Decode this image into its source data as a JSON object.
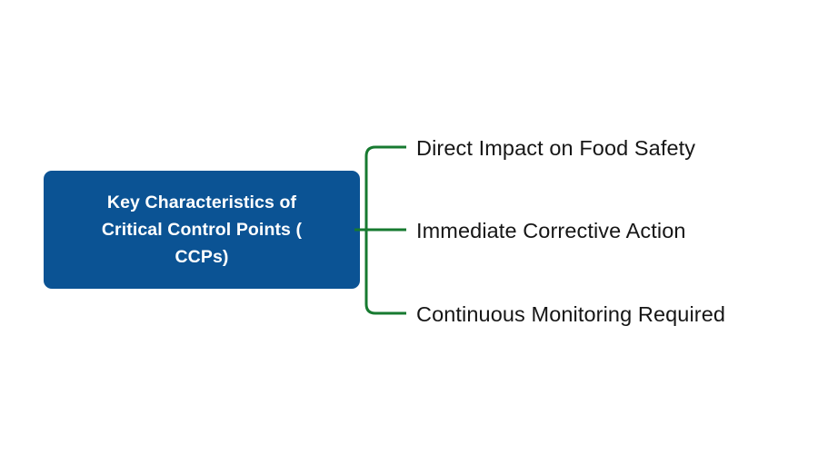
{
  "diagram": {
    "type": "mind-map",
    "background_color": "#FFFFFF",
    "root": {
      "label": "Key Characteristics of\nCritical Control Points (\nCCPs)",
      "label_lines": [
        "Key Characteristics of",
        "Critical Control Points (",
        "CCPs)"
      ],
      "fill_color": "#0B5394",
      "text_color": "#FFFFFF"
    },
    "connector": {
      "color": "#177A30",
      "stroke_width": 3
    },
    "branches": [
      {
        "label": "Direct Impact on Food Safety",
        "text_color": "#161616"
      },
      {
        "label": "Immediate Corrective Action",
        "text_color": "#161616"
      },
      {
        "label": "Continuous Monitoring Required",
        "text_color": "#161616"
      }
    ]
  }
}
